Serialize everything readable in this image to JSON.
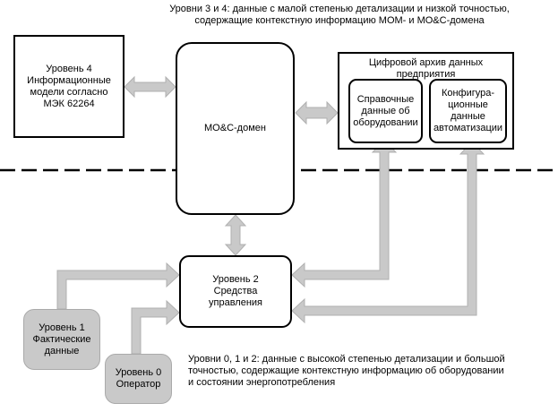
{
  "captions": {
    "top": "Уровни 3 и 4: данные с малой степенью детализации и низкой точностью,\nсодержащие контекстную информацию МОМ- и МО&С-домена",
    "bottom": "Уровни 0, 1 и 2: данные с высокой степенью детализации и большой\nточностью, содержащие контекстную информацию об оборудовании\nи состоянии энергопотребления"
  },
  "nodes": {
    "level4": "Уровень 4\nИнформационные\nмодели согласно\nМЭК 62264",
    "moc_domain": "МО&С-домен",
    "archive_title": "Цифровой архив данных\nпредприятия",
    "equipment_ref": "Справочные\nданные об\nоборудовании",
    "automation_config": "Конфигура-\nционные\nданные\nавтоматизации",
    "level2": "Уровень 2\nСредства\nуправления",
    "level1": "Уровень 1\nФактические\nданные",
    "level0": "Уровень 0\nОператор"
  },
  "colors": {
    "arrow_fill": "#c9c9c9",
    "box_border": "#000000",
    "grey_box_fill": "#c9c9c9"
  }
}
